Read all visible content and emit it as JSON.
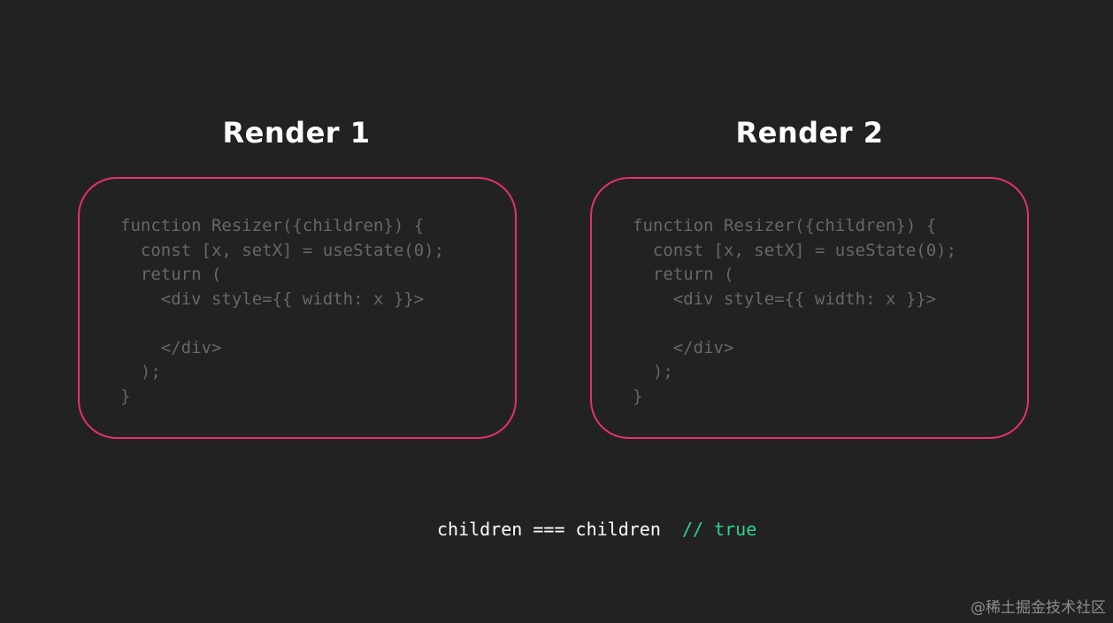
{
  "panels": [
    {
      "title": "Render 1",
      "code": [
        "function Resizer({children}) {",
        "  const [x, setX] = useState(0);",
        "  return (",
        "    <div style={{ width: x }}>",
        "",
        "    </div>",
        "  );",
        "}"
      ]
    },
    {
      "title": "Render 2",
      "code": [
        "function Resizer({children}) {",
        "  const [x, setX] = useState(0);",
        "  return (",
        "    <div style={{ width: x }}>",
        "",
        "    </div>",
        "  );",
        "}"
      ]
    }
  ],
  "equality": {
    "left": "children",
    "operator": "===",
    "right": "children",
    "comment": "// true"
  },
  "watermark": "@稀土掘金技术社区",
  "colors": {
    "background": "#222223",
    "box_border": "#e6306f",
    "code_text": "#67676a",
    "comment": "#2fd38a"
  }
}
